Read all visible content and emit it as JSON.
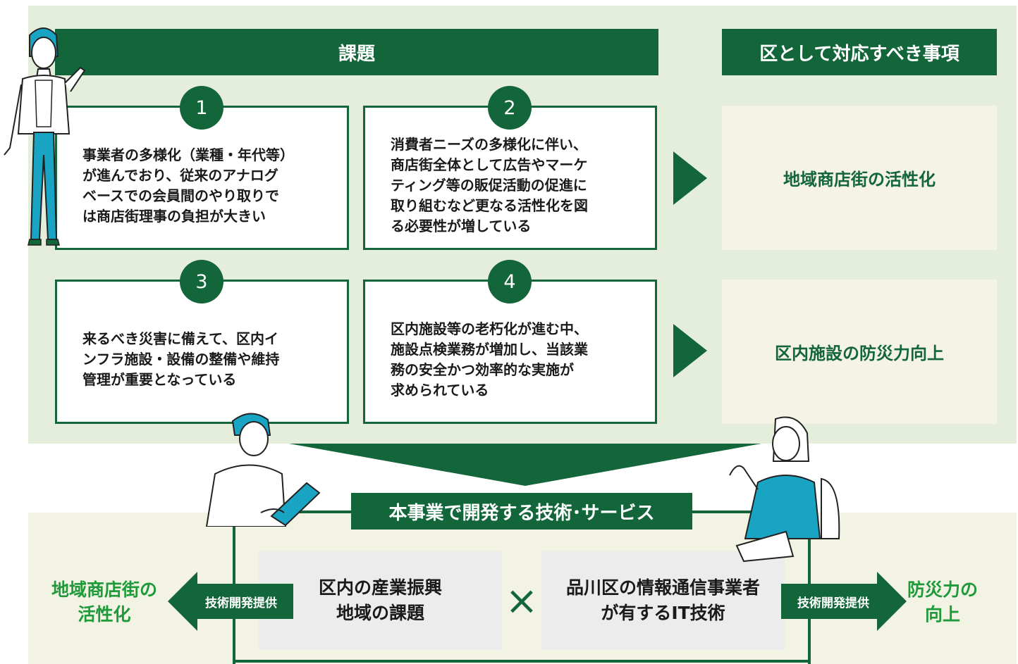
{
  "header": {
    "issues_title": "課題",
    "response_title": "区として対応すべき事項"
  },
  "issues": [
    {
      "number": "1",
      "text": "事業者の多様化（業種・年代等）\nが進んでおり、従来のアナログ\nベースでの会員間のやり取りで\nは商店街理事の負担が大きい"
    },
    {
      "number": "2",
      "text": "消費者ニーズの多様化に伴い、\n商店街全体として広告やマーケ\nティング等の販促活動の促進に\n取り組むなど更なる活性化を図\nる必要性が増している"
    },
    {
      "number": "3",
      "text": "来るべき災害に備えて、区内イ\nンフラ施設・設備の整備や維持\n管理が重要となっている"
    },
    {
      "number": "4",
      "text": "区内施設等の老朽化が進む中、\n施設点検業務が増加し、当該業\n務の安全かつ効率的な実施が\n求められている"
    }
  ],
  "responses": [
    "地域商店街の活性化",
    "区内施設の防災力向上"
  ],
  "service": {
    "title": "本事業で開発する技術･サービス",
    "left_box": "区内の産業振興\n地域の課題",
    "cross": "×",
    "right_box": "品川区の情報通信事業者\nが有するIT技術",
    "arrow_label_left": "技術開発提供",
    "arrow_label_right": "技術開発提供",
    "outcome_left": "地域商店街の\n活性化",
    "outcome_right": "防災力の\n向上"
  },
  "colors": {
    "dark_green": "#13653a",
    "bright_green": "#1f9a3b",
    "panel_green": "#e4eedb",
    "panel_cream": "#f3f3e3",
    "accent_teal": "#1aa4c4"
  }
}
